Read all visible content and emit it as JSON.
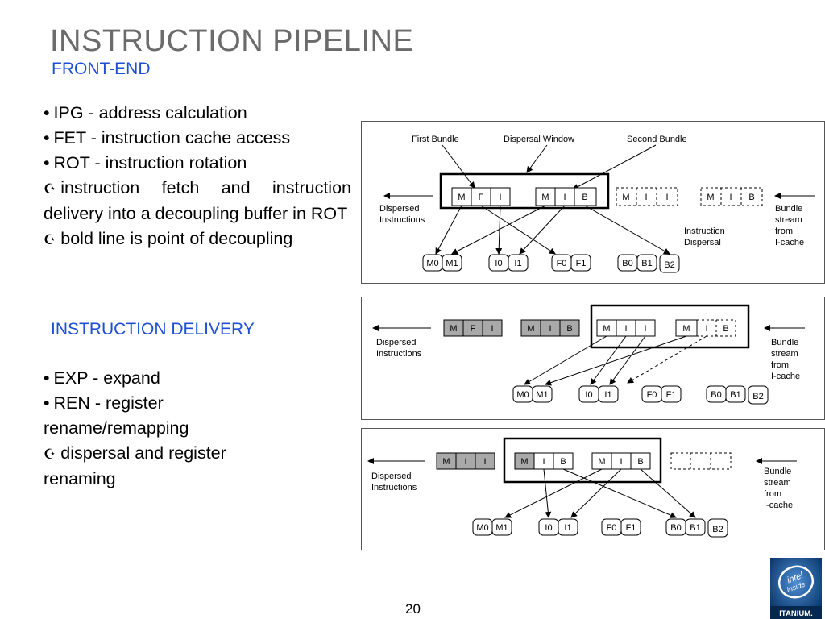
{
  "slide": {
    "title": "INSTRUCTION PIPELINE",
    "page_number": "20"
  },
  "front_end": {
    "heading": "FRONT-END",
    "bullets": [
      {
        "marker": "•",
        "text": "IPG - address calculation"
      },
      {
        "marker": "•",
        "text": "FET - instruction cache access"
      },
      {
        "marker": "•",
        "text": "ROT - instruction rotation"
      },
      {
        "marker": "☪",
        "text": "instruction fetch and instruction delivery into a decoupling buffer in ROT"
      },
      {
        "marker": "☪",
        "text": "bold line is point of decoupling"
      }
    ]
  },
  "delivery": {
    "heading": "INSTRUCTION DELIVERY",
    "bullets": [
      {
        "marker": "•",
        "text": "EXP - expand"
      },
      {
        "marker": "•",
        "text": "REN - register rename/remapping"
      },
      {
        "marker": "☪",
        "text": "dispersal and register renaming"
      }
    ]
  },
  "diagram1": {
    "first_bundle": "First Bundle",
    "dispersal_window": "Dispersal Window",
    "second_bundle": "Second Bundle",
    "dispersed_line1": "Dispersed",
    "dispersed_line2": "Instructions",
    "bundle_line1": "Bundle",
    "bundle_line2": "stream",
    "bundle_line3": "from",
    "bundle_line4": "I-cache",
    "dispersal_line1": "Instruction",
    "dispersal_line2": "Dispersal",
    "b1": [
      "M",
      "F",
      "I"
    ],
    "b2": [
      "M",
      "I",
      "B"
    ],
    "b3": [
      "M",
      "I",
      "I"
    ],
    "b4": [
      "M",
      "I",
      "B"
    ],
    "ports": [
      "M0",
      "M1",
      "I0",
      "I1",
      "F0",
      "F1",
      "B0",
      "B1",
      "B2"
    ]
  },
  "diagram2": {
    "dispersed_line1": "Dispersed",
    "dispersed_line2": "Instructions",
    "bundle_line1": "Bundle",
    "bundle_line2": "stream",
    "bundle_line3": "from",
    "bundle_line4": "I-cache",
    "b1": [
      "M",
      "F",
      "I"
    ],
    "b2": [
      "M",
      "I",
      "B"
    ],
    "b3": [
      "M",
      "I",
      "I"
    ],
    "b4": [
      "M",
      "I",
      "B"
    ],
    "ports": [
      "M0",
      "M1",
      "I0",
      "I1",
      "F0",
      "F1",
      "B0",
      "B1",
      "B2"
    ]
  },
  "diagram3": {
    "dispersed_line1": "Dispersed",
    "dispersed_line2": "Instructions",
    "bundle_line1": "Bundle",
    "bundle_line2": "stream",
    "bundle_line3": "from",
    "bundle_line4": "I-cache",
    "b1": [
      "M",
      "I",
      "I"
    ],
    "b2": [
      "M",
      "I",
      "B"
    ],
    "b3": [
      "M",
      "I",
      "B"
    ],
    "ports": [
      "M0",
      "M1",
      "I0",
      "I1",
      "F0",
      "F1",
      "B0",
      "B1",
      "B2"
    ]
  },
  "logo": {
    "line1": "intel",
    "line2": "inside",
    "brand": "ITANIUM."
  },
  "colors": {
    "title": "#6b6b6b",
    "heading_blue": "#1f4fd6",
    "dispersed_fill": "#a9a9a9",
    "logo_bg": "#0d3a6e"
  }
}
